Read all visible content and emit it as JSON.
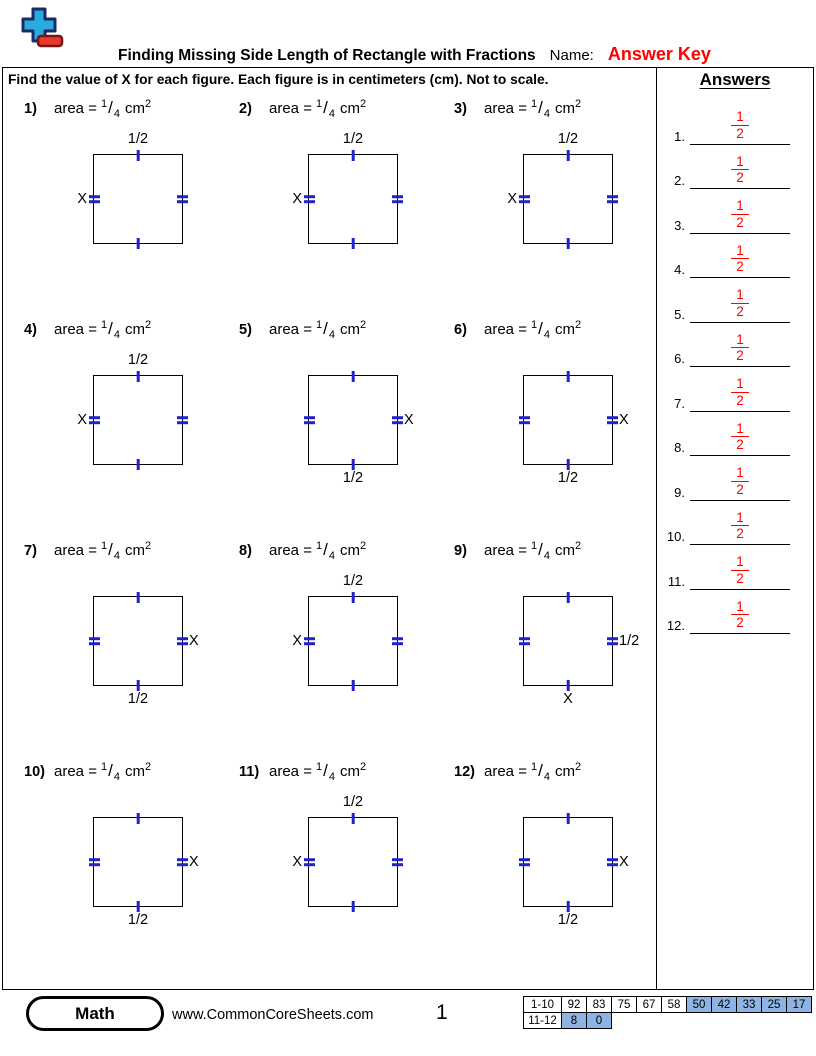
{
  "colors": {
    "answer_red": "#ff0000",
    "tick_blue": "#2222cc",
    "table_highlight_blue": "#8db4e2",
    "logo_blue": "#29aae1",
    "logo_red": "#e8392e"
  },
  "header": {
    "title": "Finding Missing Side Length of Rectangle with Fractions",
    "name_label": "Name:",
    "answer_key": "Answer Key",
    "instruction": "Find the value of X for each figure. Each figure is in centimeters (cm). Not to scale."
  },
  "common": {
    "area_eq": "area =",
    "frac_num": "1",
    "frac_slash": "/",
    "frac_den": "4",
    "unit": "cm",
    "unit_exp": "2"
  },
  "problems": [
    {
      "num": "1)",
      "top": "1/2",
      "left": "X"
    },
    {
      "num": "2)",
      "top": "1/2",
      "left": "X"
    },
    {
      "num": "3)",
      "top": "1/2",
      "left": "X"
    },
    {
      "num": "4)",
      "top": "1/2",
      "left": "X"
    },
    {
      "num": "5)",
      "bottom": "1/2",
      "right": "X"
    },
    {
      "num": "6)",
      "bottom": "1/2",
      "right": "X"
    },
    {
      "num": "7)",
      "bottom": "1/2",
      "right": "X"
    },
    {
      "num": "8)",
      "top": "1/2",
      "left": "X"
    },
    {
      "num": "9)",
      "bottom": "X",
      "right": "1/2"
    },
    {
      "num": "10)",
      "bottom": "1/2",
      "right": "X"
    },
    {
      "num": "11)",
      "top": "1/2",
      "left": "X"
    },
    {
      "num": "12)",
      "bottom": "1/2",
      "right": "X"
    }
  ],
  "answers": {
    "title": "Answers",
    "items": [
      {
        "label": "1.",
        "num": "1",
        "den": "2"
      },
      {
        "label": "2.",
        "num": "1",
        "den": "2"
      },
      {
        "label": "3.",
        "num": "1",
        "den": "2"
      },
      {
        "label": "4.",
        "num": "1",
        "den": "2"
      },
      {
        "label": "5.",
        "num": "1",
        "den": "2"
      },
      {
        "label": "6.",
        "num": "1",
        "den": "2"
      },
      {
        "label": "7.",
        "num": "1",
        "den": "2"
      },
      {
        "label": "8.",
        "num": "1",
        "den": "2"
      },
      {
        "label": "9.",
        "num": "1",
        "den": "2"
      },
      {
        "label": "10.",
        "num": "1",
        "den": "2"
      },
      {
        "label": "11.",
        "num": "1",
        "den": "2"
      },
      {
        "label": "12.",
        "num": "1",
        "den": "2"
      }
    ]
  },
  "footer": {
    "subject": "Math",
    "website": "www.CommonCoreSheets.com",
    "page_number": "1",
    "score_table": {
      "row1_label": "1-10",
      "row1_values": [
        "92",
        "83",
        "75",
        "67",
        "58",
        "50",
        "42",
        "33",
        "25",
        "17"
      ],
      "row2_label": "11-12",
      "row2_values": [
        "8",
        "0"
      ]
    }
  }
}
